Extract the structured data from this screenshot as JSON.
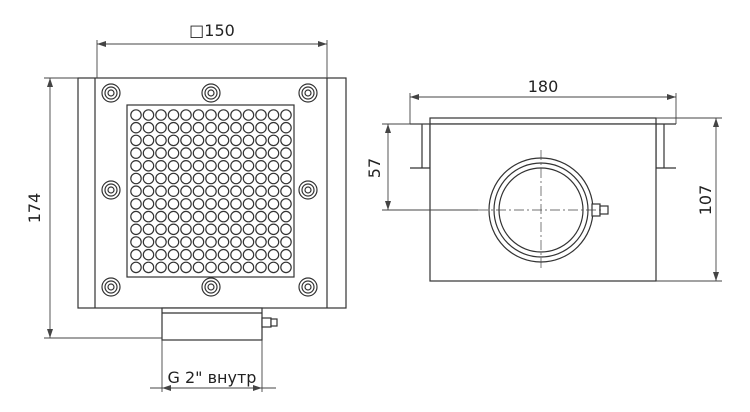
{
  "colors": {
    "line": "#333333",
    "dim": "#444444",
    "text": "#222222",
    "fill_light": "#f2f2f2",
    "fill_body": "#ffffff"
  },
  "front_view": {
    "dim_width": "□150",
    "dim_height": "174",
    "dim_outlet": "G 2\" внутр",
    "grate": {
      "rows": 13,
      "cols": 13
    },
    "bolt_count": 8
  },
  "side_view": {
    "dim_width": "180",
    "dim_height": "107",
    "dim_axis": "57"
  }
}
